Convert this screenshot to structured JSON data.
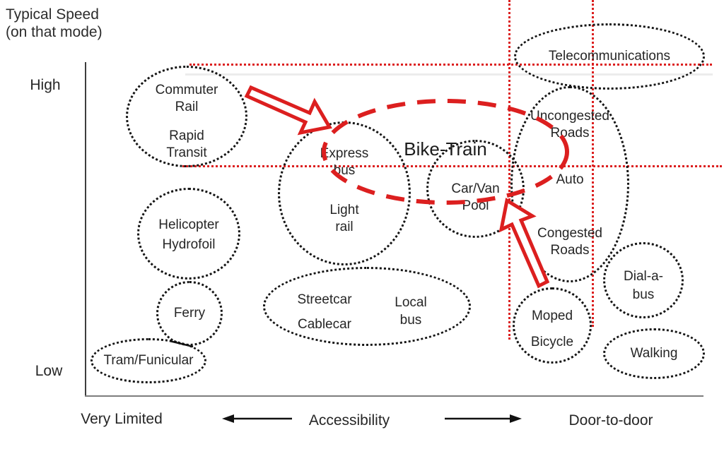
{
  "title": {
    "line1": "Typical Speed",
    "line2": "(on that mode)"
  },
  "axes": {
    "y_high": "High",
    "y_low": "Low",
    "x_left": "Very Limited",
    "x_center": "Accessibility",
    "x_right": "Door-to-door"
  },
  "bubbles": {
    "commuter_rail": {
      "line1": "Commuter",
      "line2": "Rail",
      "line3": "Rapid",
      "line4": "Transit"
    },
    "helicopter": {
      "line1": "Helicopter",
      "line2": "Hydrofoil"
    },
    "ferry": {
      "line1": "Ferry"
    },
    "tram": {
      "line1": "Tram/Funicular"
    },
    "express_light": {
      "line1": "Express",
      "line2": "bus",
      "line3": "Light",
      "line4": "rail"
    },
    "streetcar": {
      "line1": "Streetcar",
      "line2": "Cablecar",
      "line3": "Local",
      "line4": "bus"
    },
    "car_van": {
      "line1": "Car/Van",
      "line2": "Pool"
    },
    "roads": {
      "line1": "Uncongested",
      "line2": "Roads",
      "line3": "Auto",
      "line4": "Congested",
      "line5": "Roads"
    },
    "telecom": {
      "line1": "Telecommunications"
    },
    "moped": {
      "line1": "Moped",
      "line2": "Bicycle"
    },
    "dial_a_bus": {
      "line1": "Dial-a-",
      "line2": "bus"
    },
    "walking": {
      "line1": "Walking"
    }
  },
  "highlight": {
    "label": "Bike-Train"
  },
  "colors": {
    "accent_red": "#dc1f1f",
    "ink": "#262626",
    "bubble_border": "#141414"
  }
}
